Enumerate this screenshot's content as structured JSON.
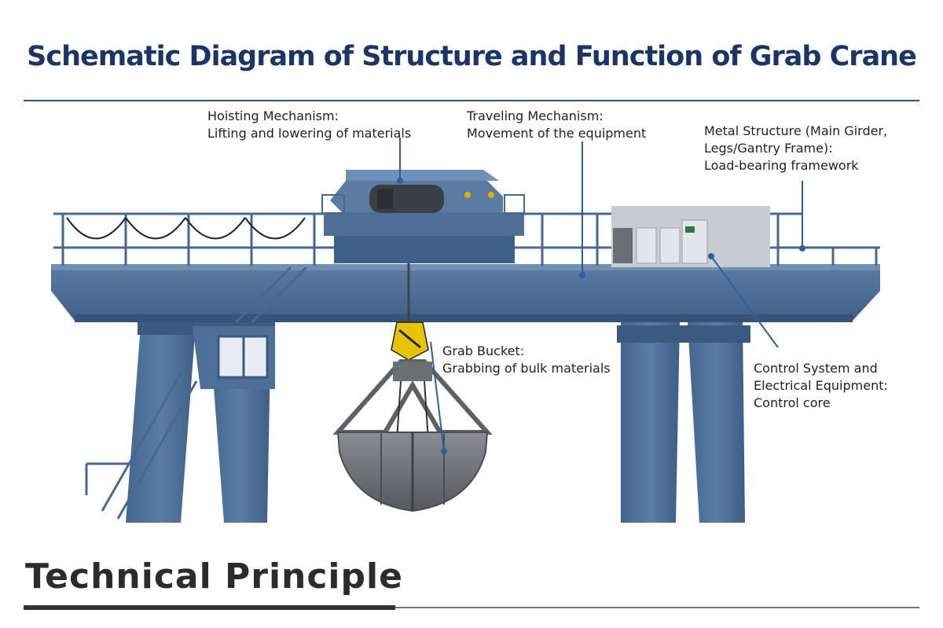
{
  "title": "Schematic Diagram of Structure and Function of Grab Crane",
  "callouts": {
    "hoisting": {
      "line1": "Hoisting Mechanism:",
      "line2": "Lifting and lowering of materials"
    },
    "traveling": {
      "line1": "Traveling Mechanism:",
      "line2": "Movement of the equipment"
    },
    "metal": {
      "line1": "Metal Structure (Main Girder,",
      "line2": "Legs/Gantry Frame):",
      "line3": "Load-bearing framework"
    },
    "grab": {
      "line1": "Grab Bucket:",
      "line2": "Grabbing of bulk materials"
    },
    "control": {
      "line1": "Control System and",
      "line2": "Electrical Equipment:",
      "line3": "Control core"
    }
  },
  "section_heading": "Technical Principle",
  "colors": {
    "steel_blue": "#4e6f96",
    "steel_dark": "#3b5a80",
    "leader_line": "#2f5f9e",
    "bucket_gray": "#6b6e72",
    "hook_yellow": "#e8c400",
    "title_navy": "#1b3566"
  }
}
